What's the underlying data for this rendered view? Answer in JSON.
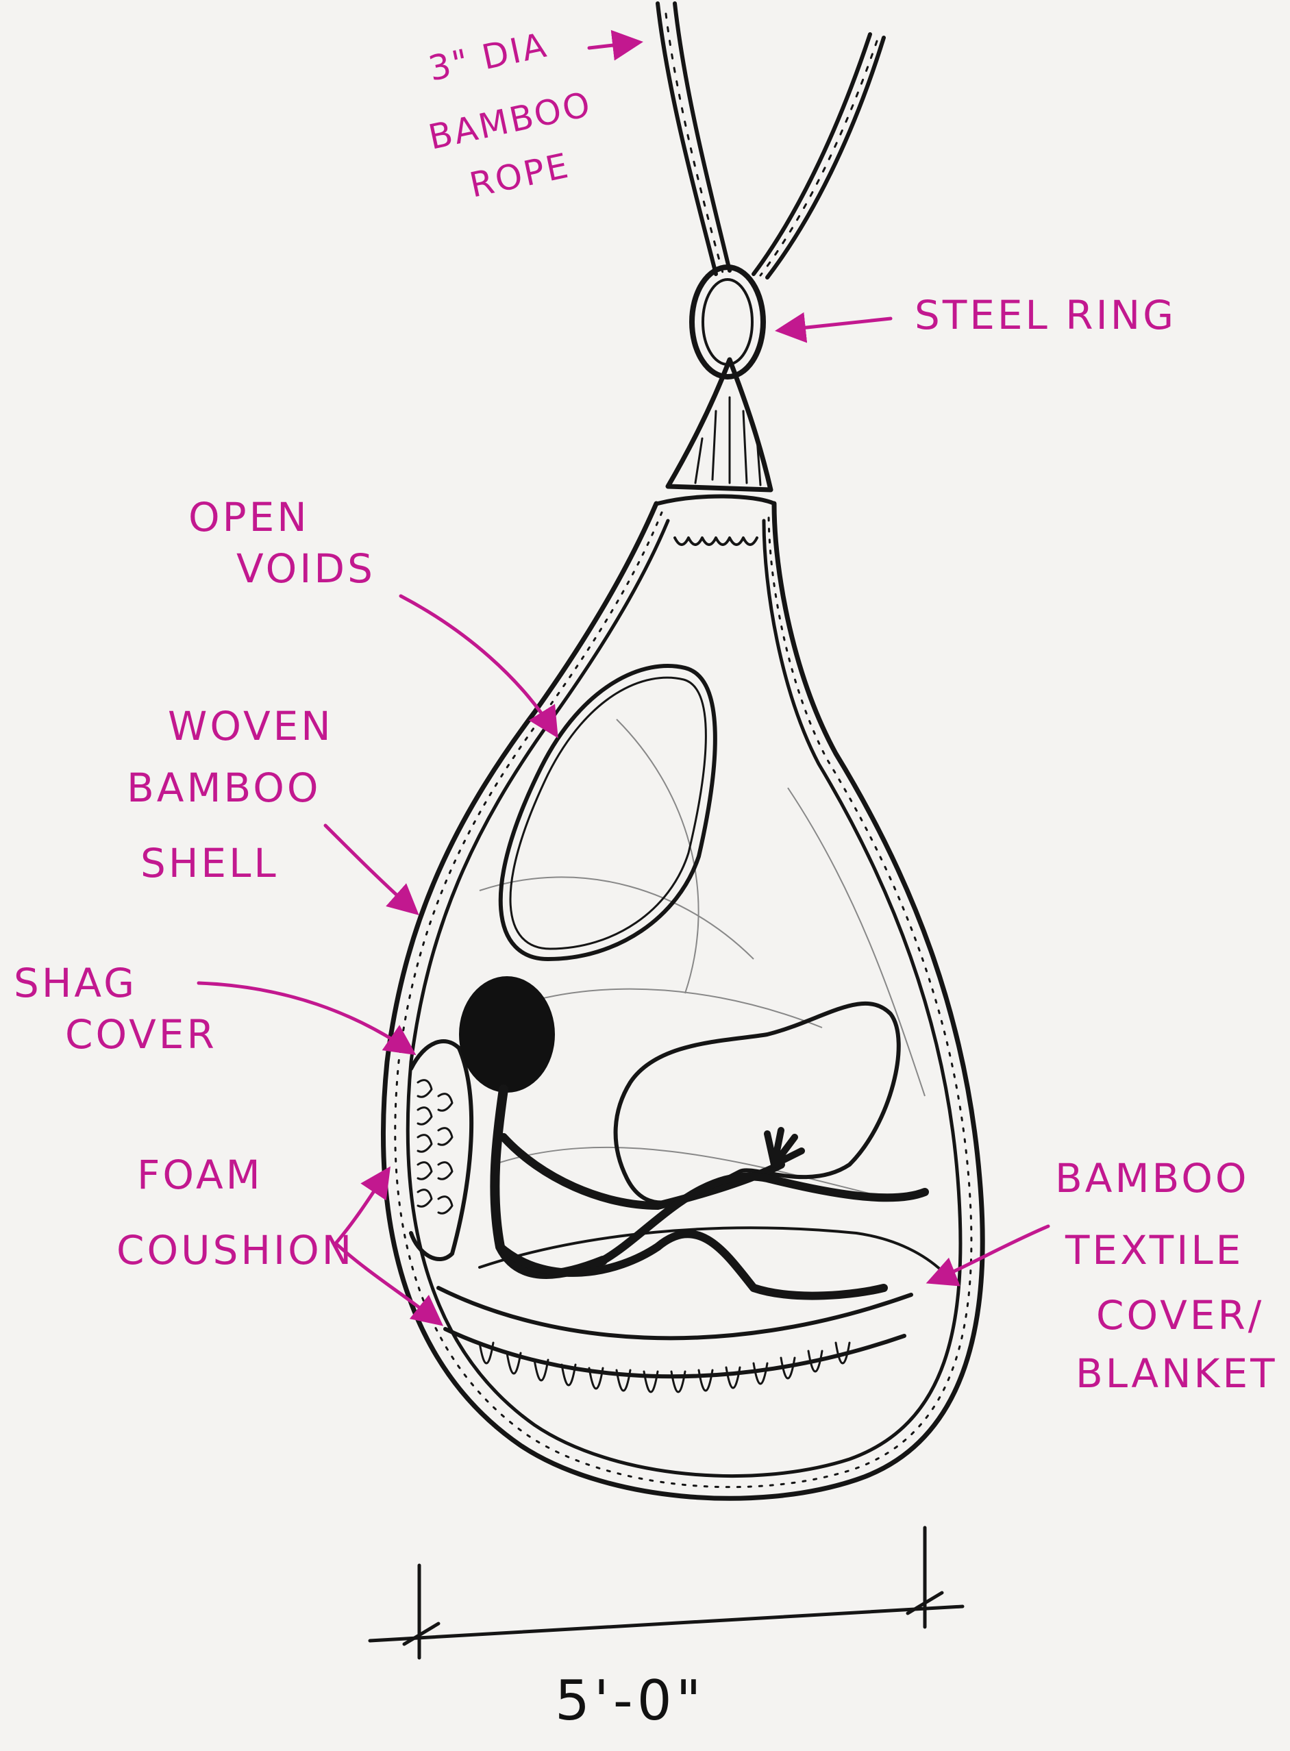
{
  "labels": {
    "rope": [
      "3\" DIA",
      "BAMBOO",
      "ROPE"
    ],
    "steel_ring": "STEEL RING",
    "open_voids": [
      "OPEN",
      "VOIDS"
    ],
    "woven_shell": [
      "WOVEN",
      "BAMBOO",
      "SHELL"
    ],
    "shag_cover": [
      "SHAG",
      "COVER"
    ],
    "foam_cushion": [
      "FOAM",
      "COUSHION"
    ],
    "textile_cover": [
      "BAMBOO",
      "TEXTILE",
      "COVER/",
      "BLANKET"
    ]
  },
  "dimension": {
    "width_label": "5'-0\""
  },
  "colors": {
    "annotation": "#c2188f",
    "ink": "#151515",
    "paper": "#f4f3f1"
  }
}
